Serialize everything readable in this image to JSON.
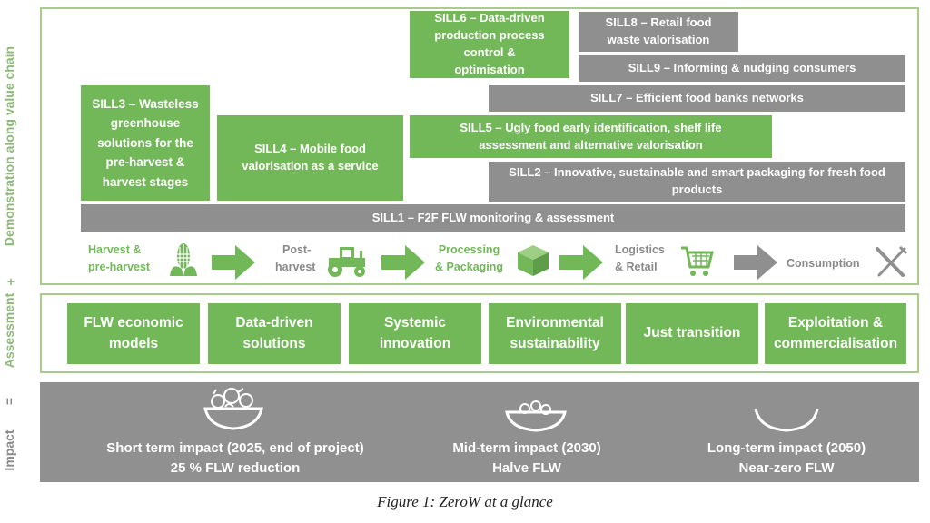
{
  "side_labels": {
    "demonstration": "Demonstration along value chain",
    "plus": "+",
    "assessment": "Assessment",
    "equals": "=",
    "impact": "Impact"
  },
  "sills": {
    "sill1": "SILL1 – F2F FLW monitoring & assessment",
    "sill2": "SILL2 – Innovative, sustainable and smart packaging for fresh food products",
    "sill3": "SILL3 – Wasteless greenhouse solutions for the pre-harvest & harvest stages",
    "sill4": "SILL4 – Mobile food valorisation as a service",
    "sill5": "SILL5 – Ugly food early identification, shelf life assessment and alternative valorisation",
    "sill6": "SILL6 – Data-driven production process control & optimisation",
    "sill7": "SILL7 – Efficient food banks networks",
    "sill8": "SILL8 – Retail food waste valorisation",
    "sill9": "SILL9 – Informing & nudging consumers"
  },
  "stages": {
    "harvest_1": "Harvest &",
    "harvest_2": "pre-harvest",
    "postharvest_1": "Post-",
    "postharvest_2": "harvest",
    "processing_1": "Processing",
    "processing_2": "& Packaging",
    "logistics_1": "Logistics",
    "logistics_2": "& Retail",
    "consumption": "Consumption"
  },
  "assessment": [
    "FLW economic models",
    "Data-driven solutions",
    "Systemic innovation",
    "Environmental sustainability",
    "Just transition",
    "Exploitation & commercialisation"
  ],
  "impact": {
    "short_title": "Short term impact (2025, end of project)",
    "short_value": "25 % FLW  reduction",
    "mid_title": "Mid-term impact (2030)",
    "mid_value": "Halve FLW",
    "long_title": "Long-term impact (2050)",
    "long_value": "Near-zero FLW"
  },
  "caption": "Figure 1: ZeroW at a glance",
  "icons": [
    "corn-icon",
    "tractor-icon",
    "package-box-icon",
    "shopping-cart-icon",
    "fork-knife-icon",
    "food-bowl-full-icon",
    "food-bowl-half-icon",
    "empty-bowl-icon"
  ],
  "colors": {
    "green": "#72b859",
    "light_green": "#a9cc8c",
    "grey": "#8f8f8f",
    "impact_bg": "#909090"
  }
}
